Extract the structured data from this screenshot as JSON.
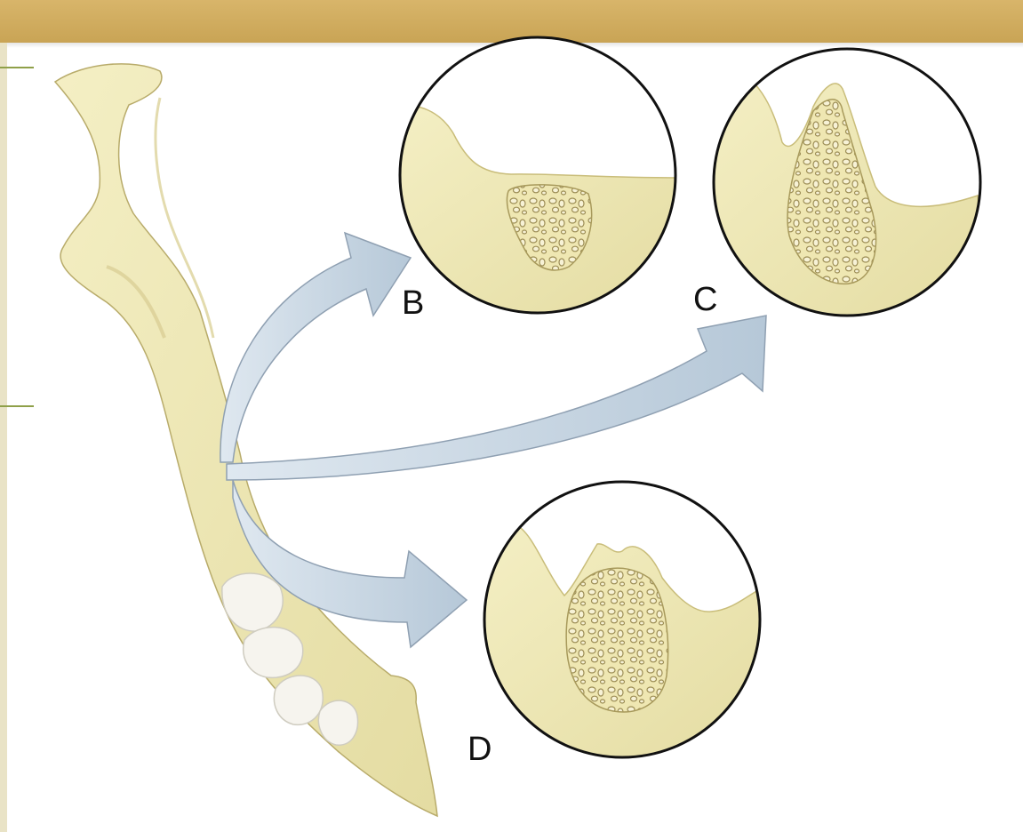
{
  "labels": {
    "b": "B",
    "c": "C",
    "d": "D"
  },
  "colors": {
    "bone": "#efe9b5",
    "bone_stroke": "#a89a5c",
    "arrow": "#c6d5e2",
    "arrow_stroke": "#8fa0b2",
    "header": "#d8b56a",
    "rule": "#8fa049"
  },
  "icons": [
    "mandible-bone",
    "tooth",
    "cross-section-circle",
    "curved-arrow"
  ]
}
